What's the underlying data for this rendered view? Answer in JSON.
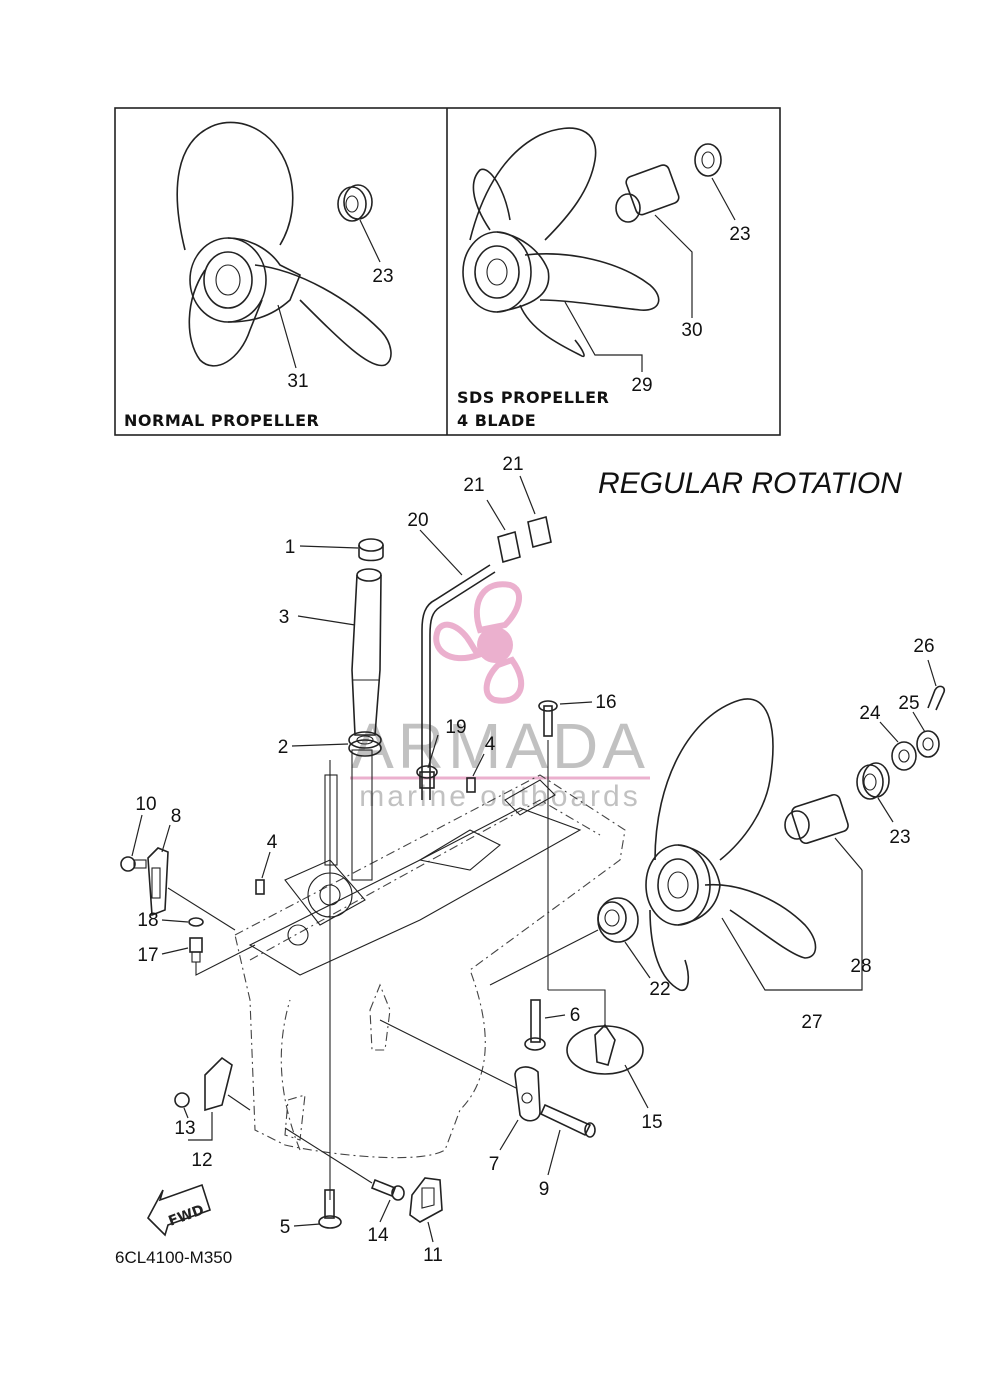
{
  "boxes": {
    "normal_label": "NORMAL PROPELLER",
    "sds_label_line1": "SDS PROPELLER",
    "sds_label_line2": "4 BLADE"
  },
  "title": "REGULAR ROTATION",
  "diagram_code": "6CL4100-M350",
  "fwd_label": "FWD",
  "watermark": {
    "brand": "ARMADA",
    "tagline": "marine outboards",
    "color": "#e8a3c6"
  },
  "callouts": {
    "c1": "1",
    "c2": "2",
    "c3": "3",
    "c4a": "4",
    "c4b": "4",
    "c5": "5",
    "c6": "6",
    "c7": "7",
    "c8": "8",
    "c9": "9",
    "c10": "10",
    "c11": "11",
    "c12": "12",
    "c13": "13",
    "c14": "14",
    "c15": "15",
    "c16": "16",
    "c17": "17",
    "c18": "18",
    "c19": "19",
    "c20": "20",
    "c21a": "21",
    "c21b": "21",
    "c22": "22",
    "c23a": "23",
    "c23b": "23",
    "c23c": "23",
    "c24": "24",
    "c25": "25",
    "c26": "26",
    "c27": "27",
    "c28": "28",
    "c29": "29",
    "c30": "30",
    "c31": "31"
  }
}
